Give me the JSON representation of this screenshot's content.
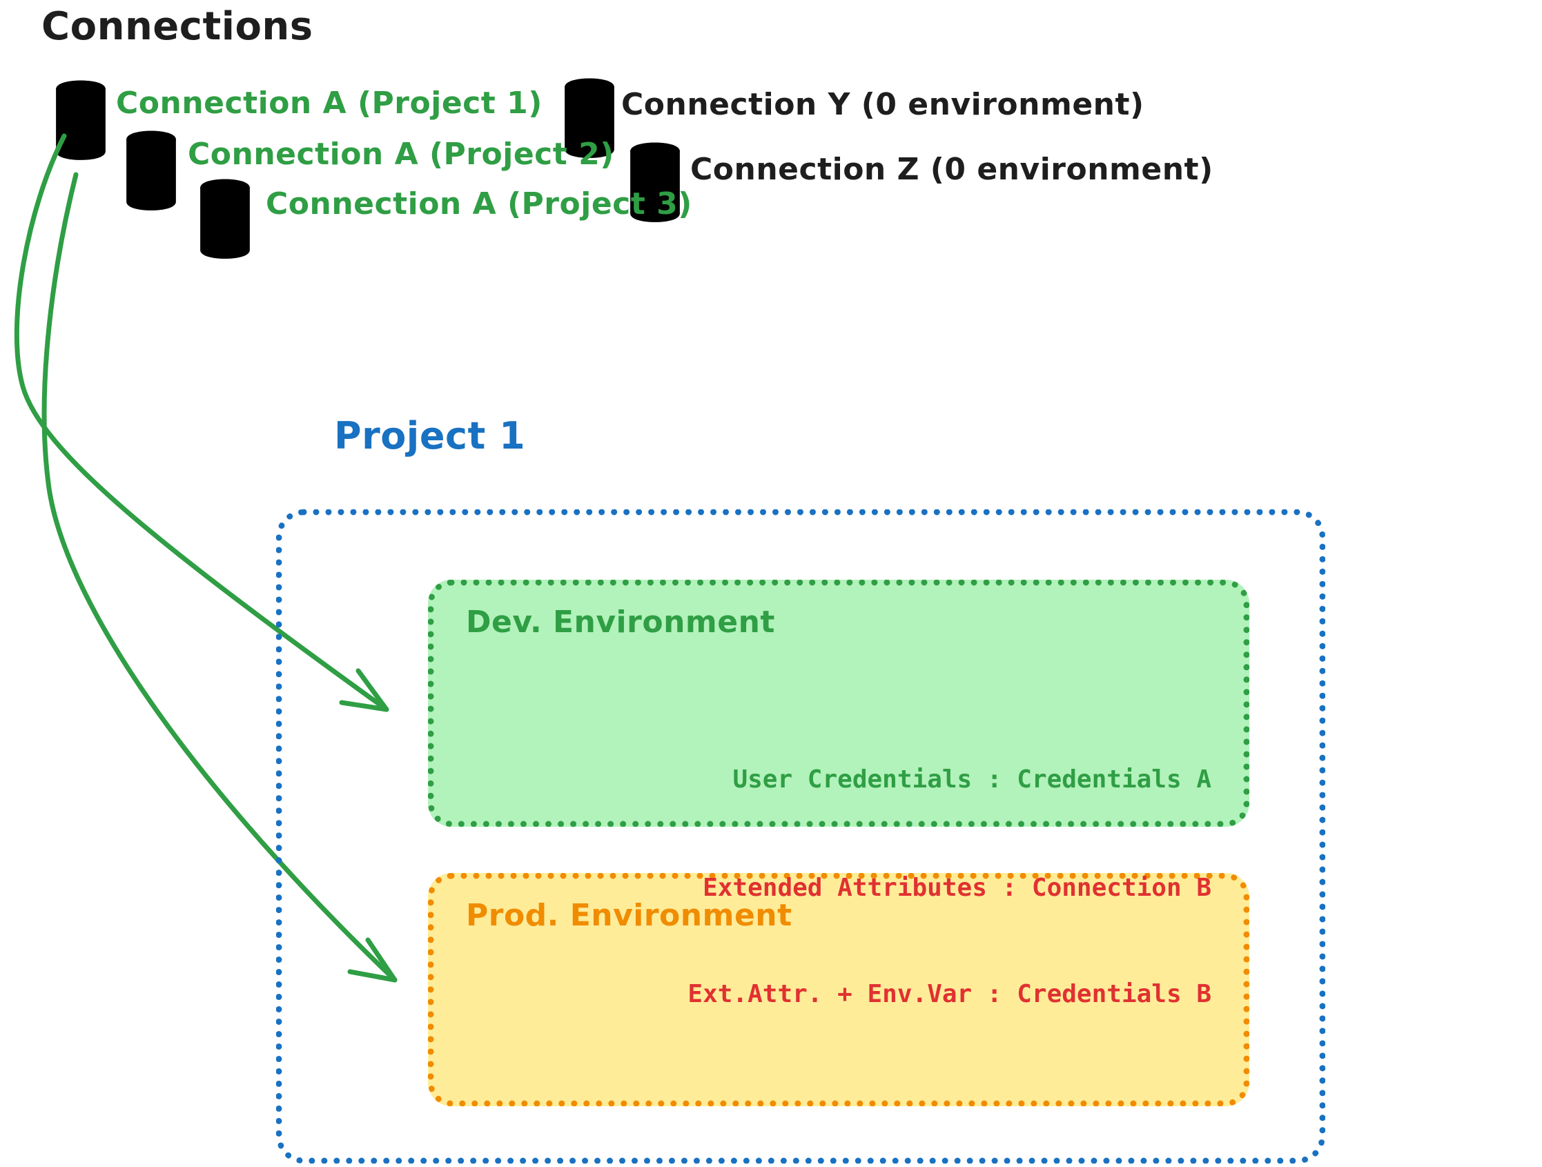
{
  "heading": "Connections",
  "colors": {
    "green_stroke": "#2f9e44",
    "green_fill": "#b2f2bb",
    "gray_fill": "#ced4da",
    "gray_stroke": "#1e1e1e",
    "blue": "#1971c2",
    "orange": "#f08c00",
    "orange_fill": "#ffec99",
    "red": "#e03131",
    "black": "#1e1e1e"
  },
  "connections": [
    {
      "id": "connection-a-project-1",
      "label": "Connection A (Project 1)",
      "style": "green"
    },
    {
      "id": "connection-a-project-2",
      "label": "Connection A (Project 2)",
      "style": "green"
    },
    {
      "id": "connection-a-project-3",
      "label": "Connection A (Project 3)",
      "style": "green"
    },
    {
      "id": "connection-y",
      "label": "Connection Y (0 environment)",
      "style": "gray"
    },
    {
      "id": "connection-z",
      "label": "Connection Z (0 environment)",
      "style": "gray"
    }
  ],
  "project": {
    "title": "Project 1",
    "environments": [
      {
        "id": "dev-environment",
        "title": "Dev. Environment",
        "lines": [
          "User Credentials : Credentials A"
        ]
      },
      {
        "id": "prod-environment",
        "title": "Prod. Environment",
        "lines": [
          "Extended Attributes : Connection B",
          "Ext.Attr. + Env.Var : Credentials B"
        ]
      }
    ]
  },
  "icons": {
    "database_cylinder": "database-cylinder-icon",
    "arrow": "arrow-icon"
  }
}
